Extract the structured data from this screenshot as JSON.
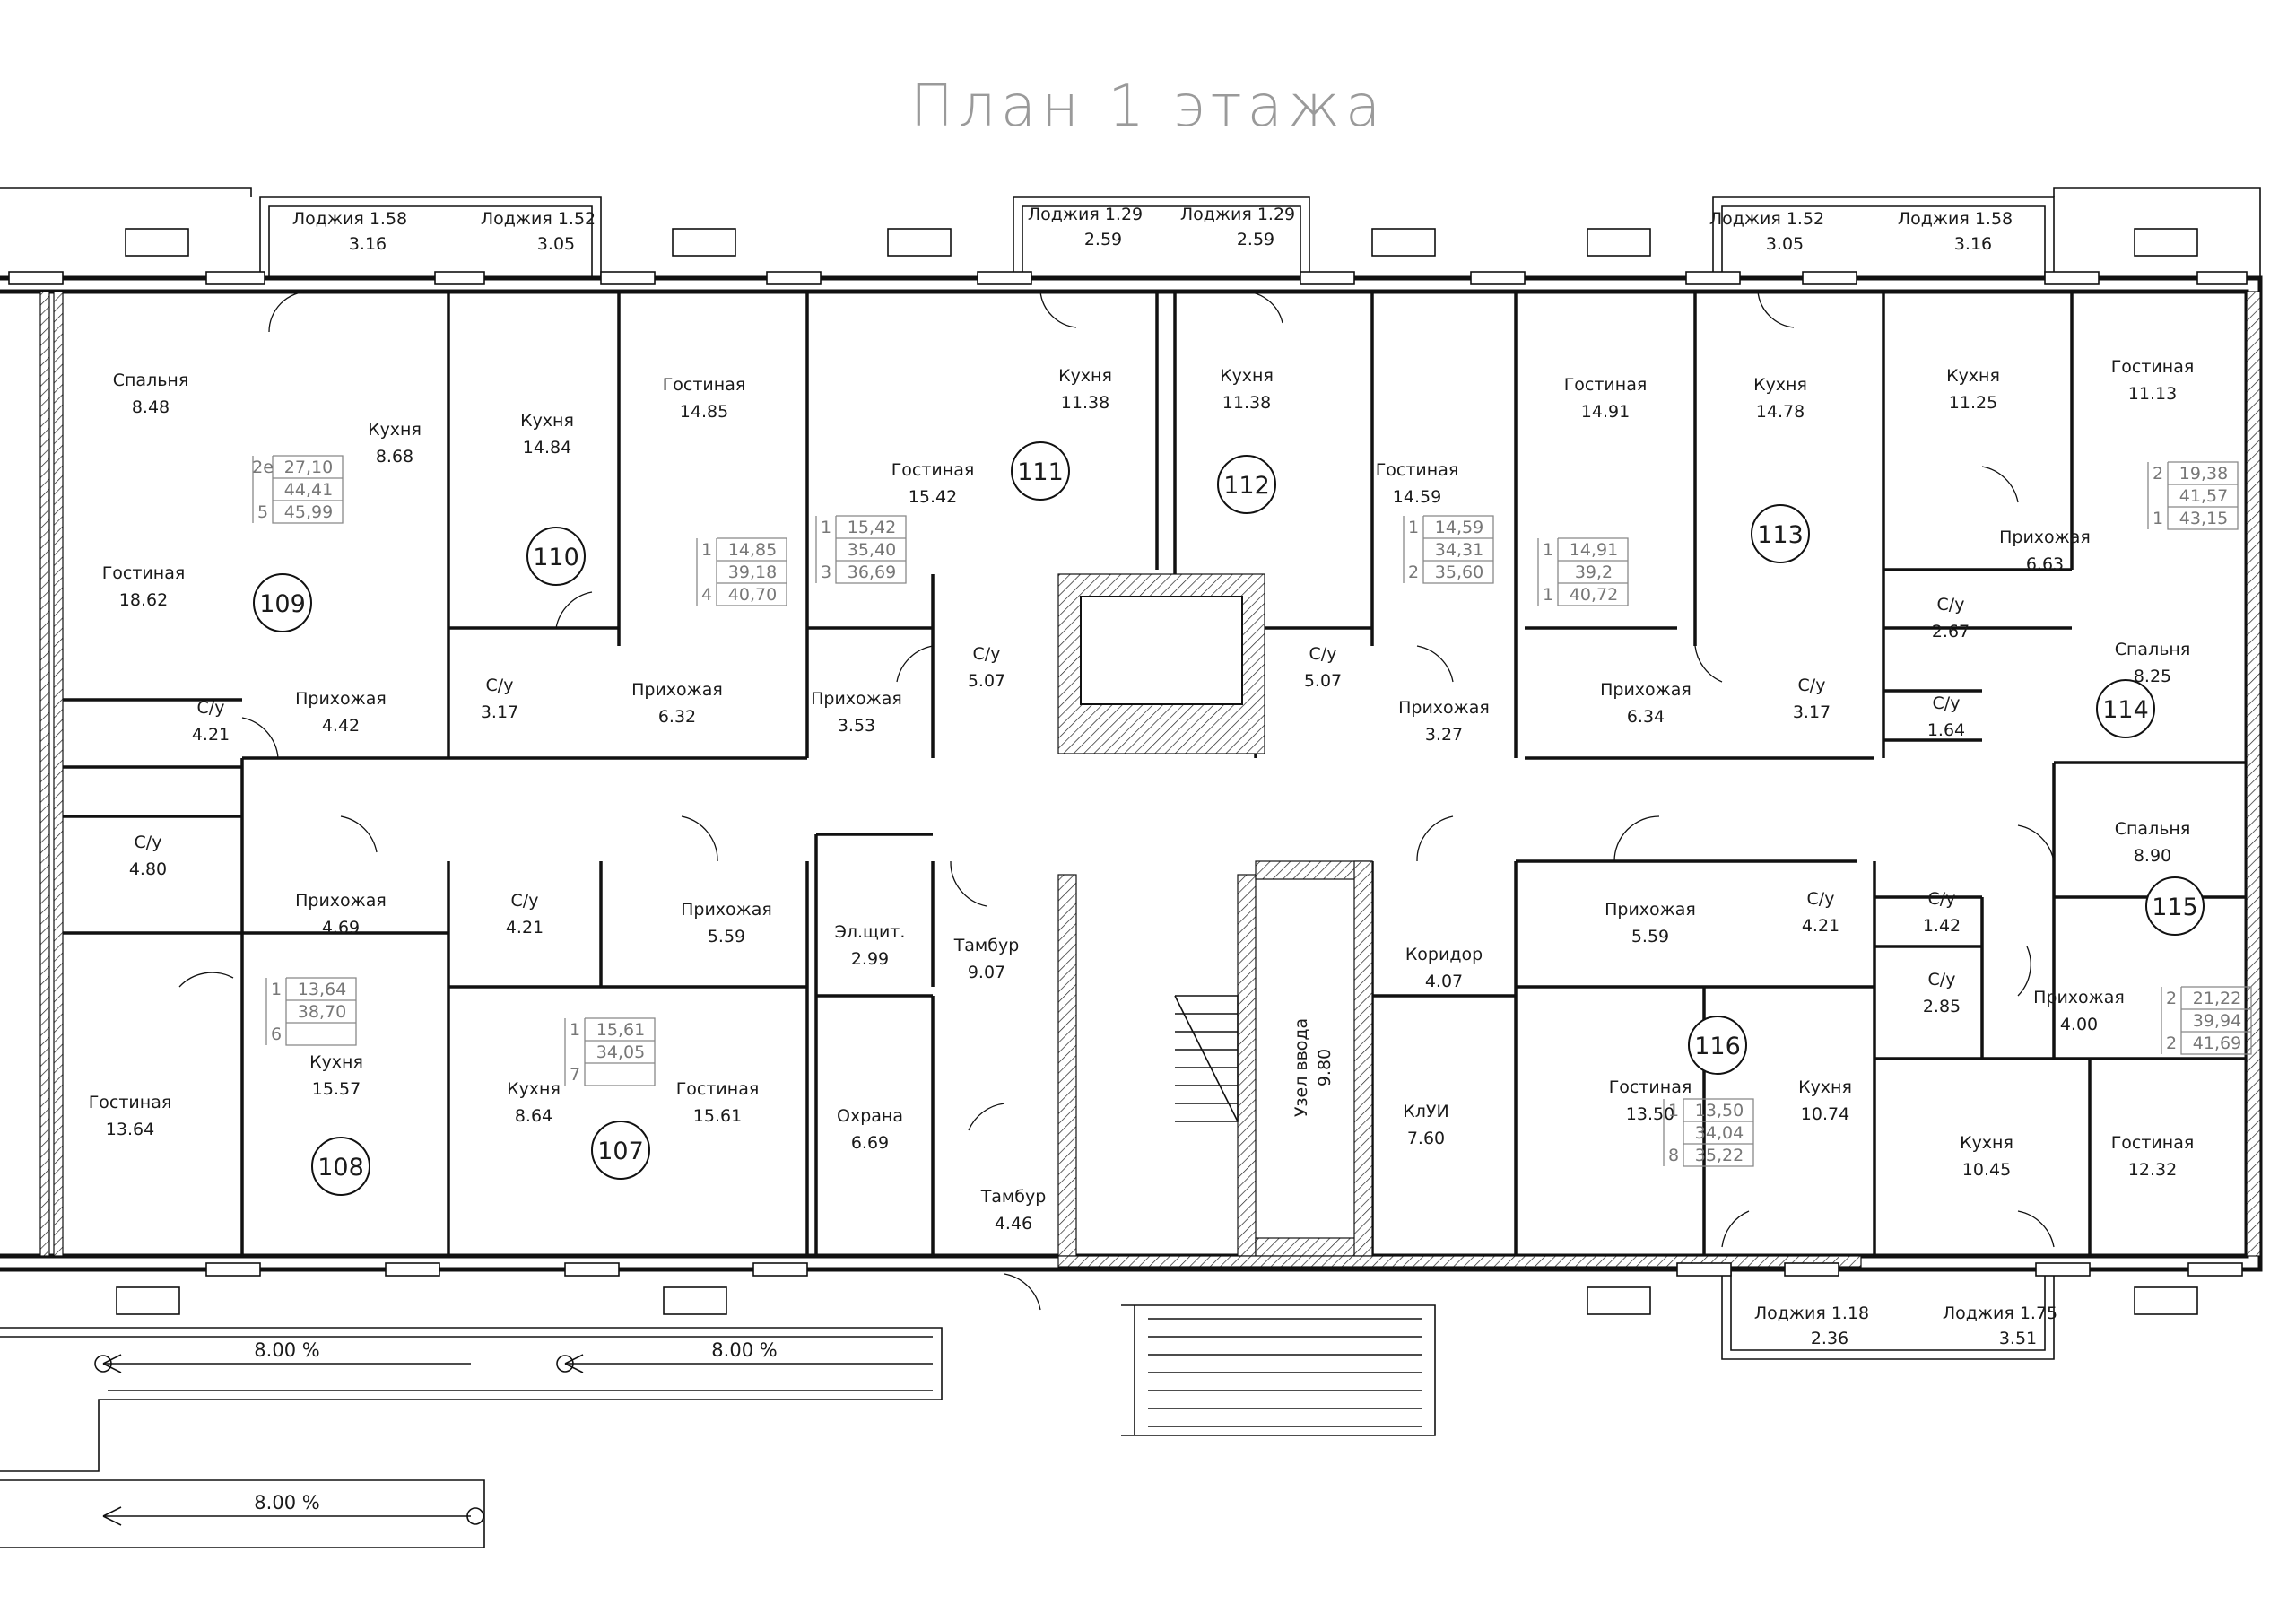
{
  "title": "План 1 этажа",
  "loggias": [
    {
      "label": "Лоджия 1.58",
      "area": "3.16"
    },
    {
      "label": "Лоджия 1.52",
      "area": "3.05"
    },
    {
      "label": "Лоджия 1.29",
      "area": "2.59"
    },
    {
      "label": "Лоджия 1.29",
      "area": "2.59"
    },
    {
      "label": "Лоджия 1.52",
      "area": "3.05"
    },
    {
      "label": "Лоджия 1.58",
      "area": "3.16"
    },
    {
      "label": "Лоджия 1.18",
      "area": "2.36"
    },
    {
      "label": "Лоджия 1.75",
      "area": "3.51"
    }
  ],
  "rooms": [
    {
      "name": "Спальня",
      "area": "8.48"
    },
    {
      "name": "Кухня",
      "area": "8.68"
    },
    {
      "name": "Кухня",
      "area": "14.84"
    },
    {
      "name": "Гостиная",
      "area": "14.85"
    },
    {
      "name": "Гостиная",
      "area": "15.42"
    },
    {
      "name": "Кухня",
      "area": "11.38"
    },
    {
      "name": "Кухня",
      "area": "11.38"
    },
    {
      "name": "Гостиная",
      "area": "14.59"
    },
    {
      "name": "Гостиная",
      "area": "14.91"
    },
    {
      "name": "Кухня",
      "area": "14.78"
    },
    {
      "name": "Кухня",
      "area": "11.25"
    },
    {
      "name": "Гостиная",
      "area": "11.13"
    },
    {
      "name": "Гостиная",
      "area": "18.62"
    },
    {
      "name": "Прихожая",
      "area": "6.63"
    },
    {
      "name": "С/у",
      "area": "2.67"
    },
    {
      "name": "Спальня",
      "area": "8.25"
    },
    {
      "name": "С/у",
      "area": "4.21"
    },
    {
      "name": "Прихожая",
      "area": "4.42"
    },
    {
      "name": "С/у",
      "area": "3.17"
    },
    {
      "name": "Прихожая",
      "area": "6.32"
    },
    {
      "name": "Прихожая",
      "area": "3.53"
    },
    {
      "name": "С/у",
      "area": "5.07"
    },
    {
      "name": "С/у",
      "area": "5.07"
    },
    {
      "name": "Прихожая",
      "area": "3.27"
    },
    {
      "name": "Прихожая",
      "area": "6.34"
    },
    {
      "name": "С/у",
      "area": "3.17"
    },
    {
      "name": "С/у",
      "area": "1.64"
    },
    {
      "name": "С/у",
      "area": "4.80"
    },
    {
      "name": "Спальня",
      "area": "8.90"
    },
    {
      "name": "Прихожая",
      "area": "4.69"
    },
    {
      "name": "С/у",
      "area": "4.21"
    },
    {
      "name": "Прихожая",
      "area": "5.59"
    },
    {
      "name": "Эл.щит.",
      "area": "2.99"
    },
    {
      "name": "Тамбур",
      "area": "9.07"
    },
    {
      "name": "Коридор",
      "area": "4.07"
    },
    {
      "name": "Прихожая",
      "area": "5.59"
    },
    {
      "name": "С/у",
      "area": "4.21"
    },
    {
      "name": "С/у",
      "area": "1.42"
    },
    {
      "name": "С/у",
      "area": "2.85"
    },
    {
      "name": "Прихожая",
      "area": "4.00"
    },
    {
      "name": "Кухня",
      "area": "15.57"
    },
    {
      "name": "Кухня",
      "area": "8.64"
    },
    {
      "name": "Гостиная",
      "area": "15.61"
    },
    {
      "name": "Гостиная",
      "area": "13.64"
    },
    {
      "name": "Охрана",
      "area": "6.69"
    },
    {
      "name": "КлУИ",
      "area": "7.60"
    },
    {
      "name": "Гостиная",
      "area": "13.50"
    },
    {
      "name": "Кухня",
      "area": "10.74"
    },
    {
      "name": "Кухня",
      "area": "10.45"
    },
    {
      "name": "Гостиная",
      "area": "12.32"
    },
    {
      "name": "Тамбур",
      "area": "4.46"
    }
  ],
  "input_node": {
    "name": "Узел ввода",
    "area": "9.80"
  },
  "apartments": [
    "109",
    "110",
    "111",
    "112",
    "113",
    "114",
    "115",
    "116",
    "108",
    "107"
  ],
  "area_tables": [
    {
      "rows": [
        [
          "2е",
          "27,10"
        ],
        [
          "",
          "44,41"
        ],
        [
          "5",
          "45,99"
        ]
      ]
    },
    {
      "rows": [
        [
          "1",
          "14,85"
        ],
        [
          "",
          "39,18"
        ],
        [
          "4",
          "40,70"
        ]
      ]
    },
    {
      "rows": [
        [
          "1",
          "15,42"
        ],
        [
          "",
          "35,40"
        ],
        [
          "3",
          "36,69"
        ]
      ]
    },
    {
      "rows": [
        [
          "1",
          "14,59"
        ],
        [
          "",
          "34,31"
        ],
        [
          "2",
          "35,60"
        ]
      ]
    },
    {
      "rows": [
        [
          "1",
          "14,91"
        ],
        [
          "",
          "39,2"
        ],
        [
          "1",
          "40,72"
        ]
      ]
    },
    {
      "rows": [
        [
          "2",
          "19,38"
        ],
        [
          "",
          "41,57"
        ],
        [
          "1",
          "43,15"
        ]
      ]
    },
    {
      "rows": [
        [
          "1",
          "13,64"
        ],
        [
          "",
          "38,70"
        ],
        [
          "6",
          ""
        ]
      ]
    },
    {
      "rows": [
        [
          "1",
          "15,61"
        ],
        [
          "",
          "34,05"
        ],
        [
          "7",
          ""
        ]
      ]
    },
    {
      "rows": [
        [
          "1",
          "13,50"
        ],
        [
          "",
          "34,04"
        ],
        [
          "8",
          "35,22"
        ]
      ]
    },
    {
      "rows": [
        [
          "2",
          "21,22"
        ],
        [
          "",
          "39,94"
        ],
        [
          "2",
          "41,69"
        ]
      ]
    }
  ],
  "ramps": [
    "8.00 %",
    "8.00 %",
    "8.00 %"
  ]
}
